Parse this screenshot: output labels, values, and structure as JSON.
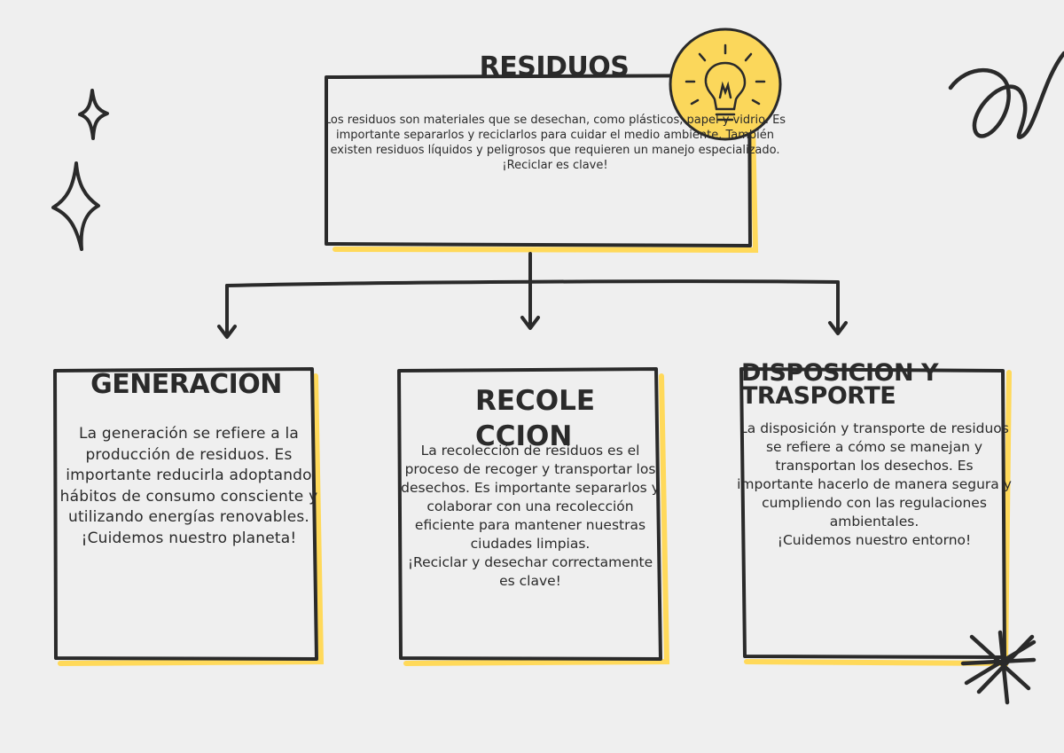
{
  "main": {
    "title": "RESIDUOS",
    "description": "Los residuos son materiales que se desechan, como plásticos, papel y vidrio. Es importante separarlos y reciclarlos para cuidar el medio ambiente. También existen residuos líquidos y peligrosos que requieren un manejo especializado. ¡Reciclar es clave!"
  },
  "boxes": [
    {
      "title": "GENERACION",
      "description": "La generación se refiere a la producción de residuos. Es importante reducirla adoptando hábitos de consumo consciente y utilizando energías renovables.\n¡Cuidemos nuestro planeta!"
    },
    {
      "title": "RECOLE\nCCION",
      "description": "La recolección de residuos es el proceso de recoger y transportar los desechos. Es importante separarlos y colaborar con una recolección eficiente para mantener nuestras ciudades limpias.\n¡Reciclar y desechar correctamente es clave!"
    },
    {
      "title": "DISPOSICION Y TRASPORTE",
      "description": "La disposición y transporte de residuos se refiere a cómo se manejan y transportan los desechos. Es importante hacerlo de manera segura y cumpliendo con las regulaciones ambientales.\n¡Cuidemos nuestro entorno!"
    }
  ],
  "colors": {
    "background": "#efefef",
    "ink": "#2a2a2a",
    "accent_yellow": "#ffd95a",
    "bulb_yellow": "#fbd75b"
  },
  "icons": [
    "lightbulb-icon",
    "sparkle-small-icon",
    "sparkle-large-icon",
    "squiggle-icon",
    "asterisk-icon"
  ]
}
